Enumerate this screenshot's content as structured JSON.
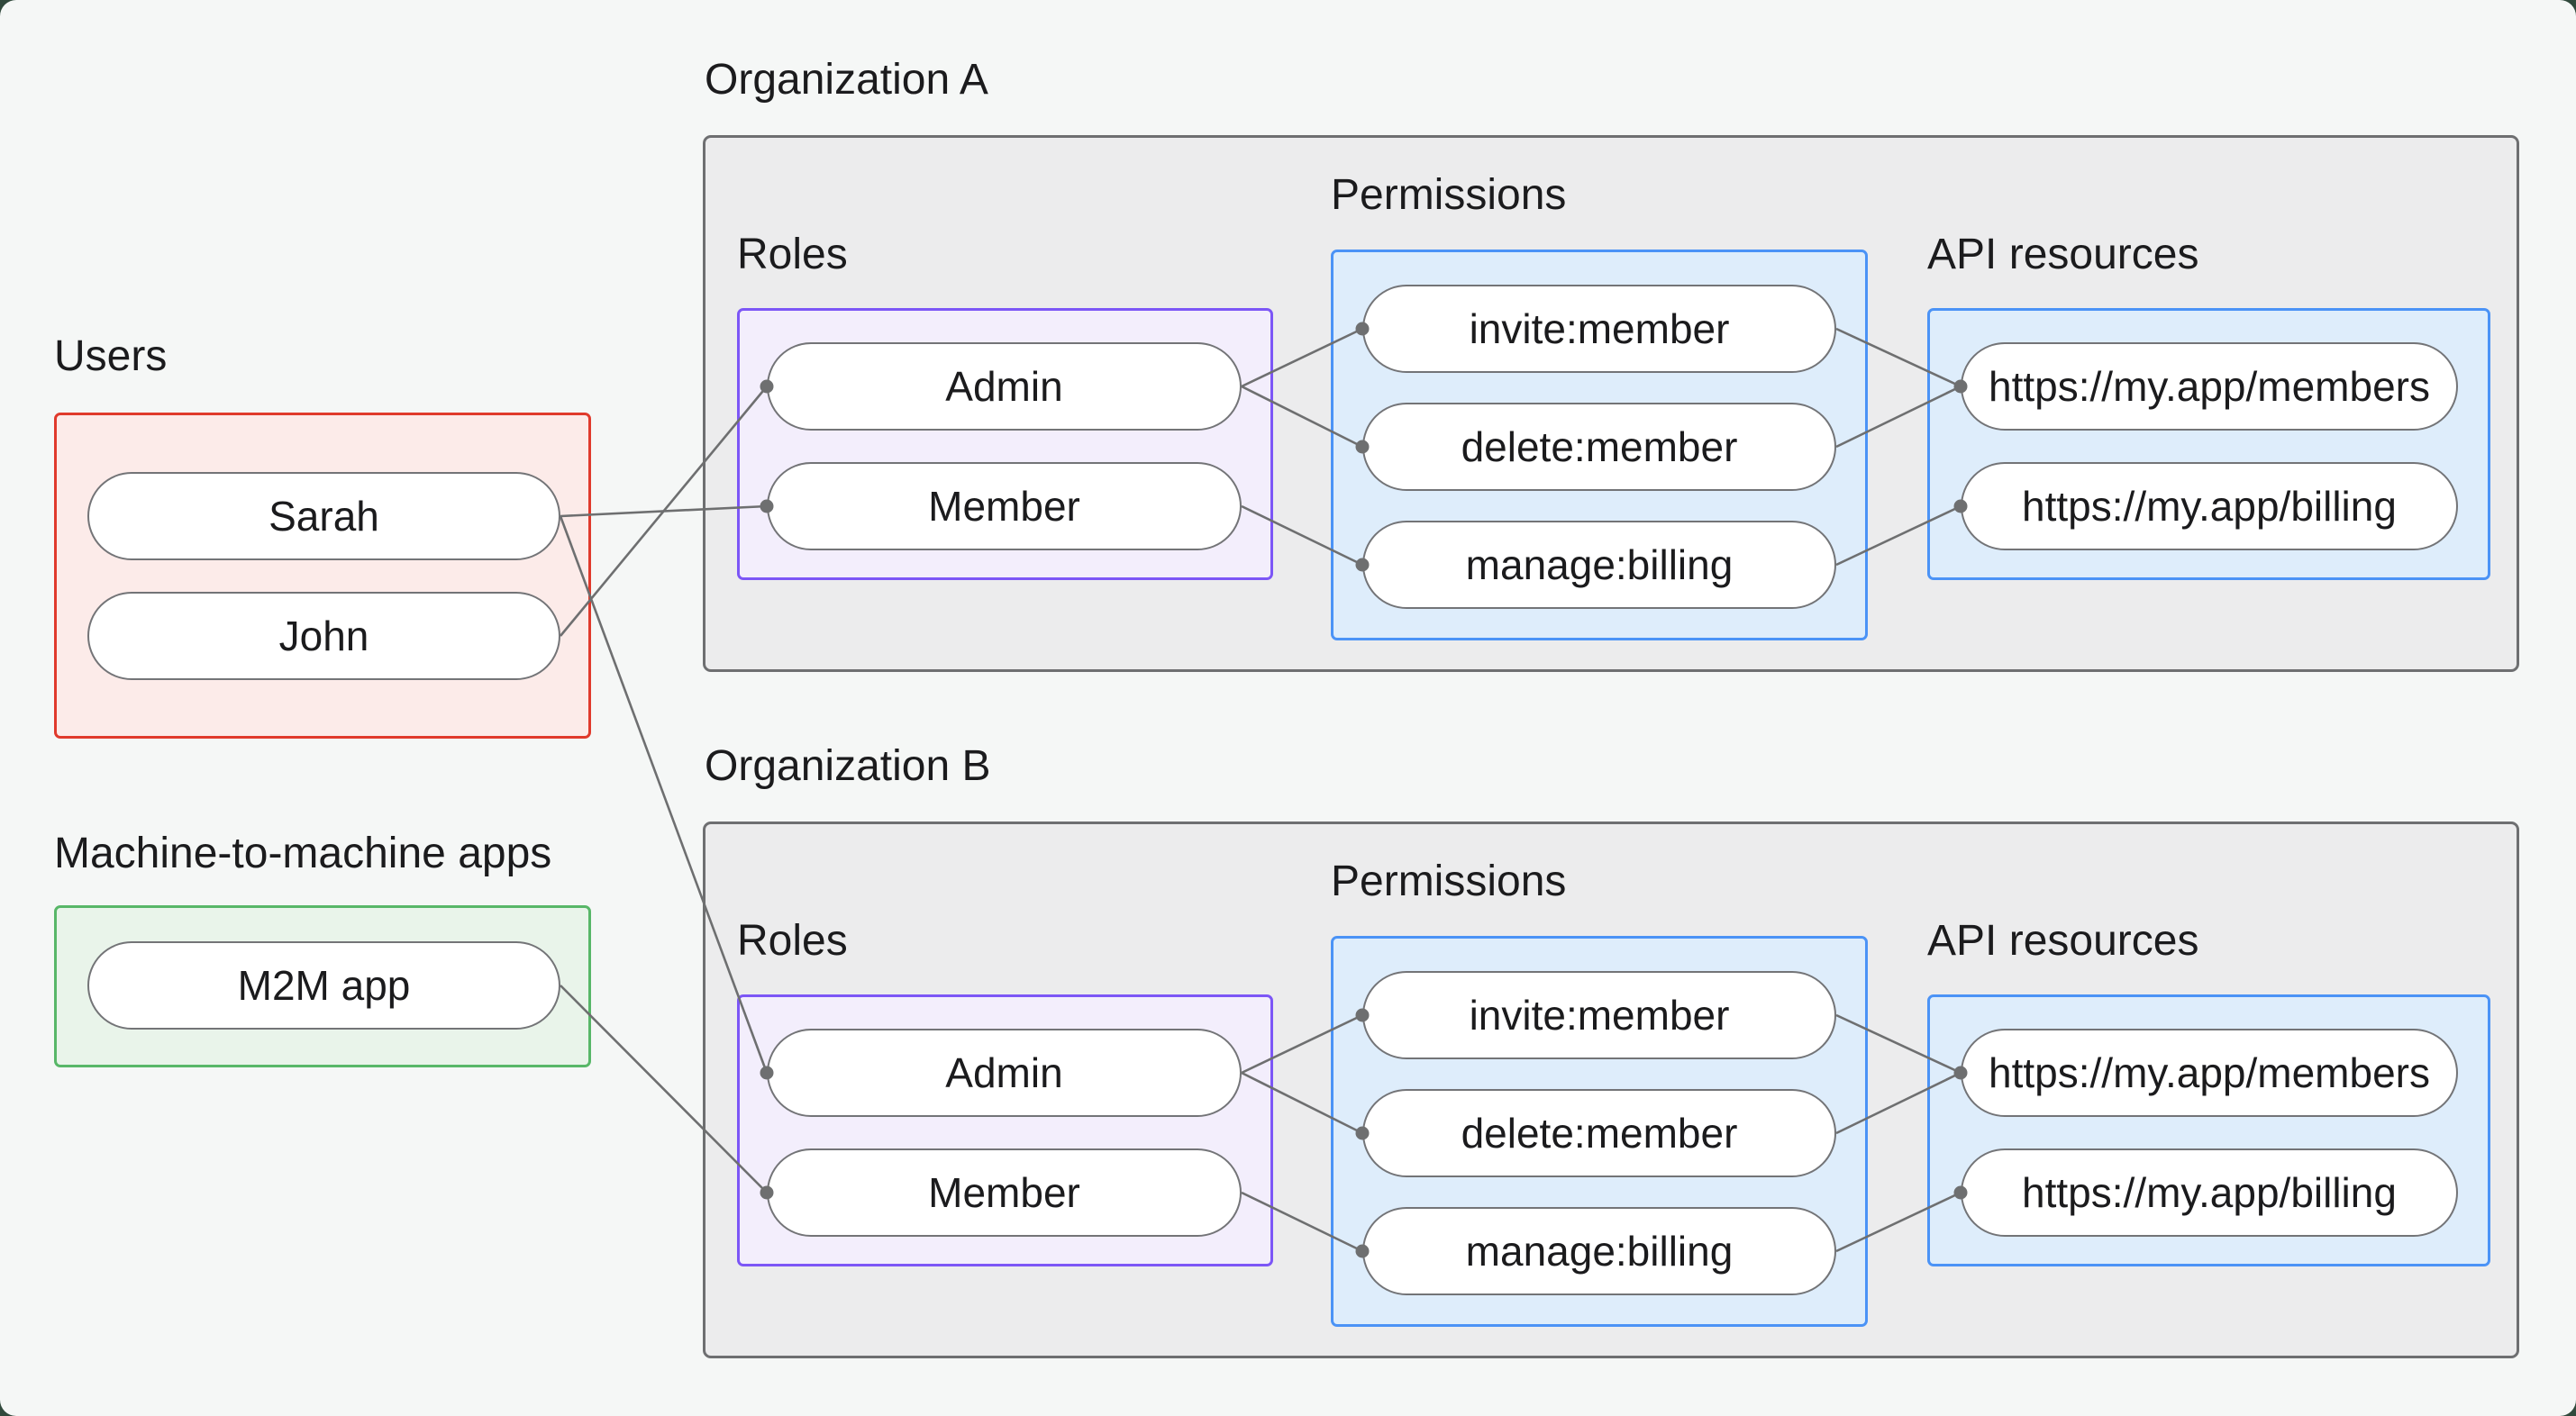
{
  "users": {
    "label": "Users",
    "items": [
      "Sarah",
      "John"
    ]
  },
  "m2m": {
    "label": "Machine-to-machine apps",
    "items": [
      "M2M app"
    ]
  },
  "org_a": {
    "label": "Organization A",
    "roles_label": "Roles",
    "permissions_label": "Permissions",
    "api_label": "API resources",
    "roles": [
      "Admin",
      "Member"
    ],
    "permissions": [
      "invite:member",
      "delete:member",
      "manage:billing"
    ],
    "api_resources": [
      "https://my.app/members",
      "https://my.app/billing"
    ]
  },
  "org_b": {
    "label": "Organization B",
    "roles_label": "Roles",
    "permissions_label": "Permissions",
    "api_label": "API resources",
    "roles": [
      "Admin",
      "Member"
    ],
    "permissions": [
      "invite:member",
      "delete:member",
      "manage:billing"
    ],
    "api_resources": [
      "https://my.app/members",
      "https://my.app/billing"
    ]
  },
  "connections": {
    "user_role": [
      "Sarah → Member (Org A)",
      "John → Admin (Org A)",
      "Sarah → Admin (Org B)",
      "M2M app → Member (Org B)"
    ],
    "role_permission": [
      "Admin → invite:member",
      "Admin → delete:member",
      "Member → manage:billing"
    ],
    "permission_api": [
      "invite:member → https://my.app/members",
      "delete:member → https://my.app/members",
      "manage:billing → https://my.app/billing"
    ]
  },
  "colors": {
    "page": "#31493c",
    "canvas": "#f5f7f6",
    "org_fill": "#ececed",
    "org_border": "#6e6f71",
    "users_fill": "#fcebe9",
    "users_border": "#e03a2c",
    "m2m_fill": "#e9f4ea",
    "m2m_border": "#58b768",
    "roles_fill": "#f3eefc",
    "roles_border": "#7c56f6",
    "blue_fill": "#deedfb",
    "blue_border": "#4b93f6",
    "node_fill": "#ffffff",
    "node_border": "#737477",
    "connector": "#6e6f70",
    "text": "#1b1b1d"
  }
}
